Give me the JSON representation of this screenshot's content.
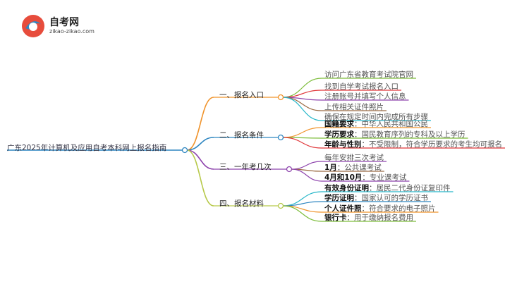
{
  "logo": {
    "title": "自考网",
    "url": "zikao-zikao.com"
  },
  "root": {
    "label": "广东2025年计算机及应用自考本科网上报名指南"
  },
  "branches": [
    {
      "label": "一、报名入口",
      "color": "#f0932b",
      "leaves": [
        {
          "text": "访问广东省教育考试院官网",
          "color": "#7dbd3b"
        },
        {
          "text": "找到自学考试报名入口",
          "color": "#e0383b"
        },
        {
          "text": "注册账号并填写个人信息",
          "color": "#8e44ad"
        },
        {
          "text": "上传相关证件照片",
          "color": "#9b6b43"
        },
        {
          "text": "确保在规定时间内完成所有步骤",
          "color": "#27b7c9"
        }
      ]
    },
    {
      "label": "二、报名条件",
      "color": "#2e86c1",
      "leaves": [
        {
          "bold": "国籍要求",
          "sep": "：",
          "detail": "中华人民共和国公民",
          "color": "#f0932b"
        },
        {
          "bold": "学历要求",
          "sep": "：",
          "detail": "国民教育序列的专科及以上学历",
          "color": "#7dbd3b"
        },
        {
          "bold": "年龄与性别",
          "sep": "：",
          "detail": "不受限制，符合学历要求的考生均可报名",
          "color": "#e0383b"
        }
      ]
    },
    {
      "label": "三、一年考几次",
      "color": "#8e44ad",
      "leaves": [
        {
          "text": "每年安排三次考试",
          "color": "#8e44ad"
        },
        {
          "bold": "1月",
          "sep": "：",
          "detail": "公共课考试",
          "color": "#9b6b43"
        },
        {
          "bold": "4月和10月",
          "sep": "：",
          "detail": "专业课考试",
          "color": "#8e44ad"
        }
      ]
    },
    {
      "label": "四、报名材料",
      "color": "#b7c94a",
      "leaves": [
        {
          "bold": "有效身份证明",
          "sep": "：",
          "detail": "居民二代身份证复印件",
          "color": "#27b7c9"
        },
        {
          "bold": "学历证明",
          "sep": "：",
          "detail": "国家认可的学历证书",
          "color": "#2e86c1"
        },
        {
          "bold": "个人证件照",
          "sep": "：",
          "detail": "符合要求的电子照片",
          "color": "#f0932b"
        },
        {
          "bold": "银行卡",
          "sep": "：",
          "detail": "用于缴纳报名费用",
          "color": "#7dbd3b"
        }
      ]
    }
  ]
}
